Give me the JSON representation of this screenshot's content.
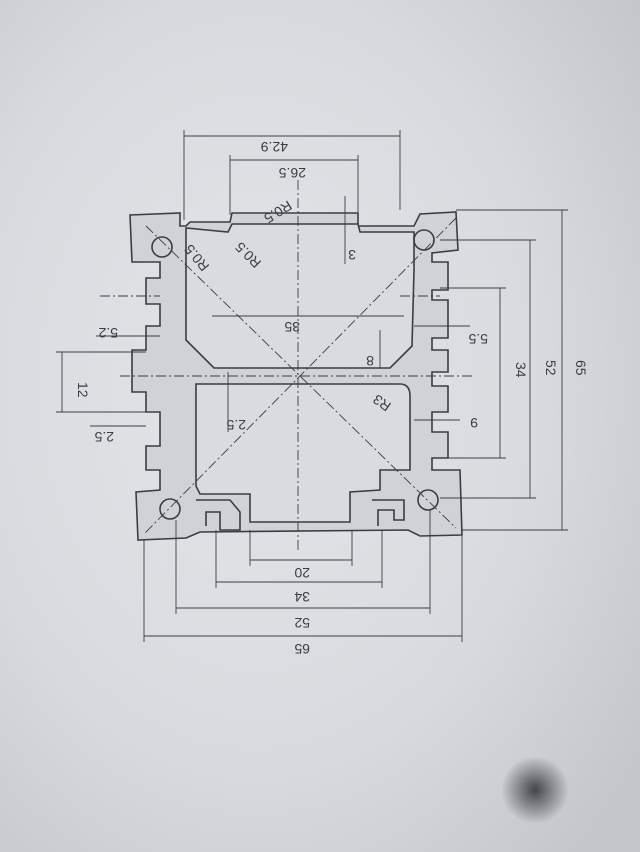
{
  "drawing": {
    "dimensions": {
      "top_outer": "42.9",
      "top_inner": "26.5",
      "slot_depth": "3",
      "radius_upper_left": "R0.5",
      "radius_chamfer_a": "R0.5",
      "radius_chamfer_b": "R0.5",
      "inner_width": "35",
      "chamfer_height": "8",
      "slot_width_right": "5.5",
      "slot_width_left": "5.2",
      "slot_opening": "12",
      "wall_thickness": "2.5",
      "inner_wall": "2.5",
      "radius_lower": "R3",
      "slot_pitch": "9",
      "right_34": "34",
      "right_52": "52",
      "right_65": "65",
      "bottom_20": "20",
      "bottom_34": "34",
      "bottom_52": "52",
      "bottom_65": "65"
    }
  },
  "colors": {
    "paper": "#d9dce0",
    "ink": "#3a3d44",
    "profile_fill": "#c9ccd1"
  }
}
